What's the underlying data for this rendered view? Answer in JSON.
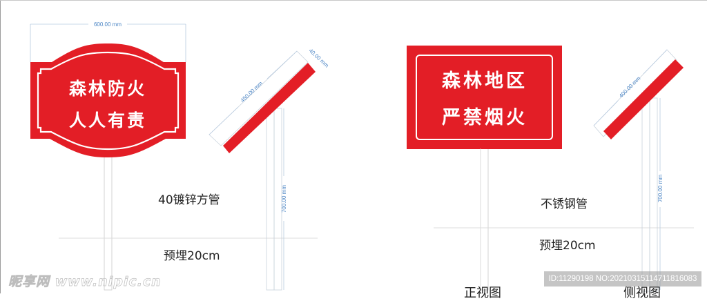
{
  "colors": {
    "sign_red": "#e31e26",
    "dimension_blue": "#4a84c4",
    "guide_gray": "#cfd6dd",
    "text_dark": "#222222"
  },
  "left_sign": {
    "width_dim": "600.00 mm",
    "line1": "森林防火",
    "line2": "人人有责",
    "pipe_label": "40镀锌方管",
    "embed_label": "预埋20cm",
    "side_view": {
      "length_dim": "450.00 mm",
      "thickness_dim": "40.00 mm",
      "pole_dim": "700.00 mm"
    }
  },
  "right_sign": {
    "line1": "森林地区",
    "line2": "严禁烟火",
    "pipe_label": "不锈钢管",
    "embed_label": "预埋20cm",
    "front_view_label": "正视图",
    "side_view_label": "侧视图",
    "side_view": {
      "length_dim": "400.00 mm",
      "pole_dim": "700.00 mm"
    }
  },
  "watermark": {
    "site": "昵享网 www.nipic.cn",
    "id_text": "ID:11290198 NO:20210315114711816083"
  }
}
